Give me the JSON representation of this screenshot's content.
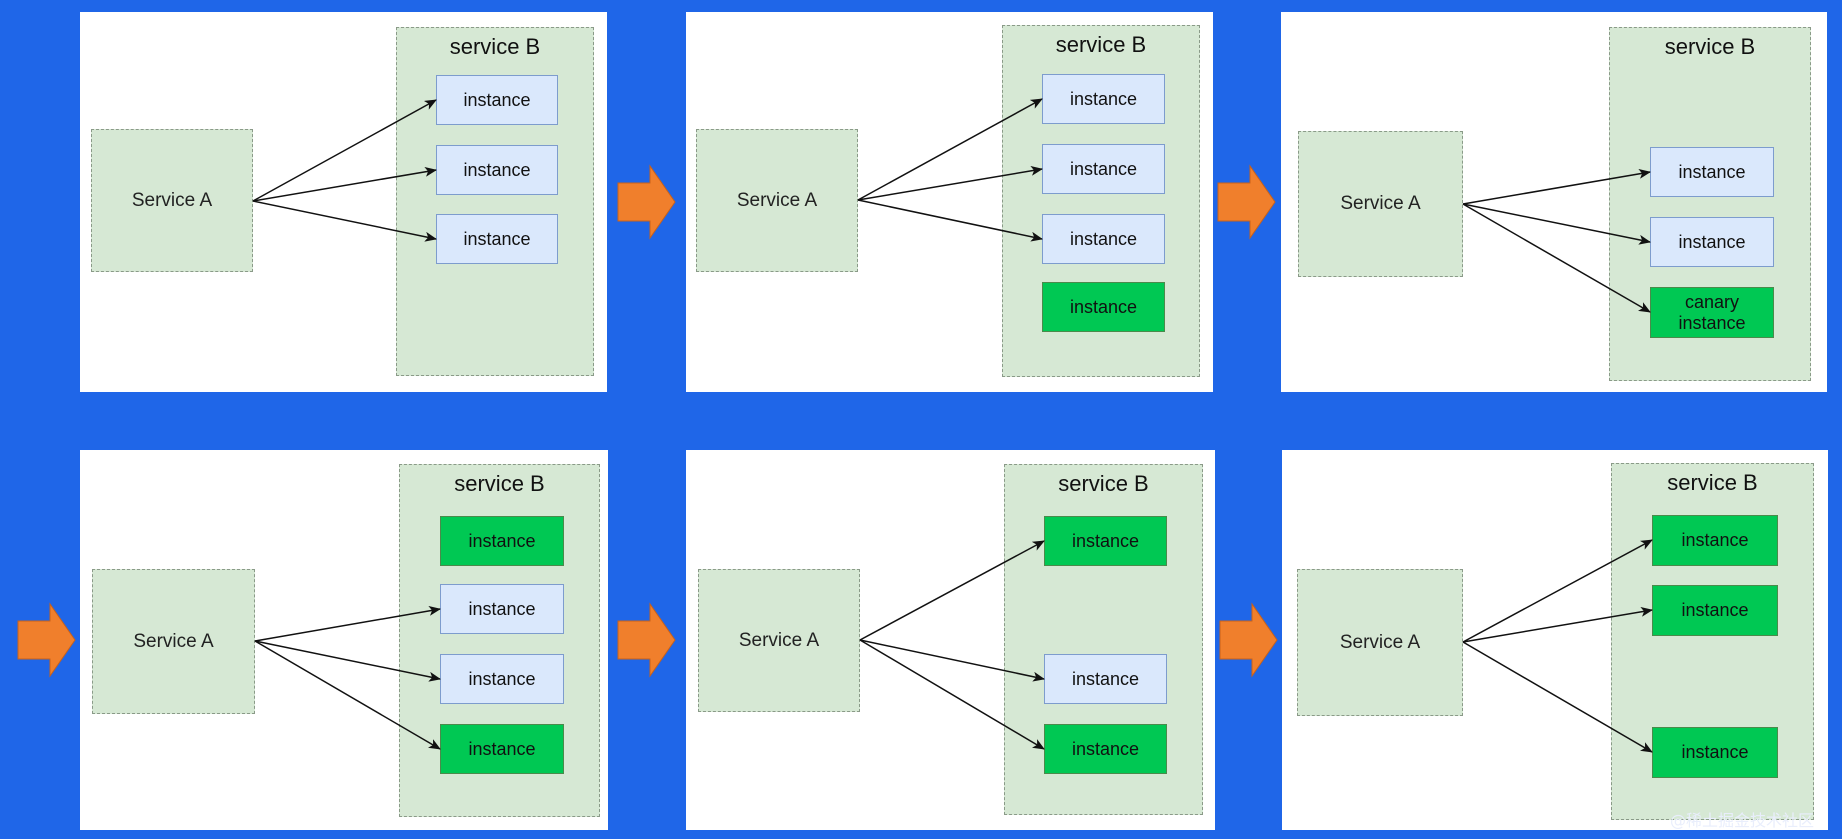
{
  "service_a_label": "Service A",
  "service_b_label": "service B",
  "instance_label": "instance",
  "canary_label_line1": "canary",
  "canary_label_line2": "instance",
  "watermark": "@稀土掘金技术社区",
  "colors": {
    "background": "#1f66e8",
    "panel": "#ffffff",
    "service_box": "#d6e8d4",
    "instance_old": "#dae8fc",
    "instance_new": "#00c853",
    "arrow": "#f07f2c"
  }
}
